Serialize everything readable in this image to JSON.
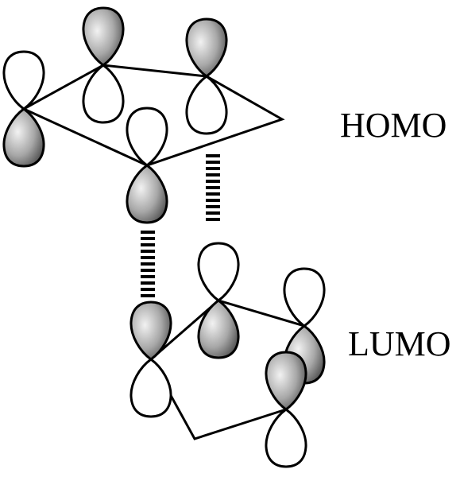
{
  "labels": {
    "homo": "HOMO",
    "lumo": "LUMO"
  },
  "colors": {
    "line": "#000000",
    "shade_light": "#f2f2f2",
    "shade_mid": "#a8a8a8",
    "shade_dark": "#4a4a4a"
  },
  "molecules": [
    {
      "name": "homo-fragment",
      "orbitals": [
        {
          "name": "homo-p-orbital-1",
          "shaded": "bottom"
        },
        {
          "name": "homo-p-orbital-2",
          "shaded": "top"
        },
        {
          "name": "homo-p-orbital-3",
          "shaded": "top"
        },
        {
          "name": "homo-p-orbital-4",
          "shaded": "bottom"
        }
      ]
    },
    {
      "name": "lumo-fragment",
      "orbitals": [
        {
          "name": "lumo-p-orbital-1",
          "shaded": "top"
        },
        {
          "name": "lumo-p-orbital-2",
          "shaded": "bottom"
        },
        {
          "name": "lumo-p-orbital-3",
          "shaded": "bottom"
        },
        {
          "name": "lumo-p-orbital-4",
          "shaded": "top"
        }
      ]
    }
  ]
}
